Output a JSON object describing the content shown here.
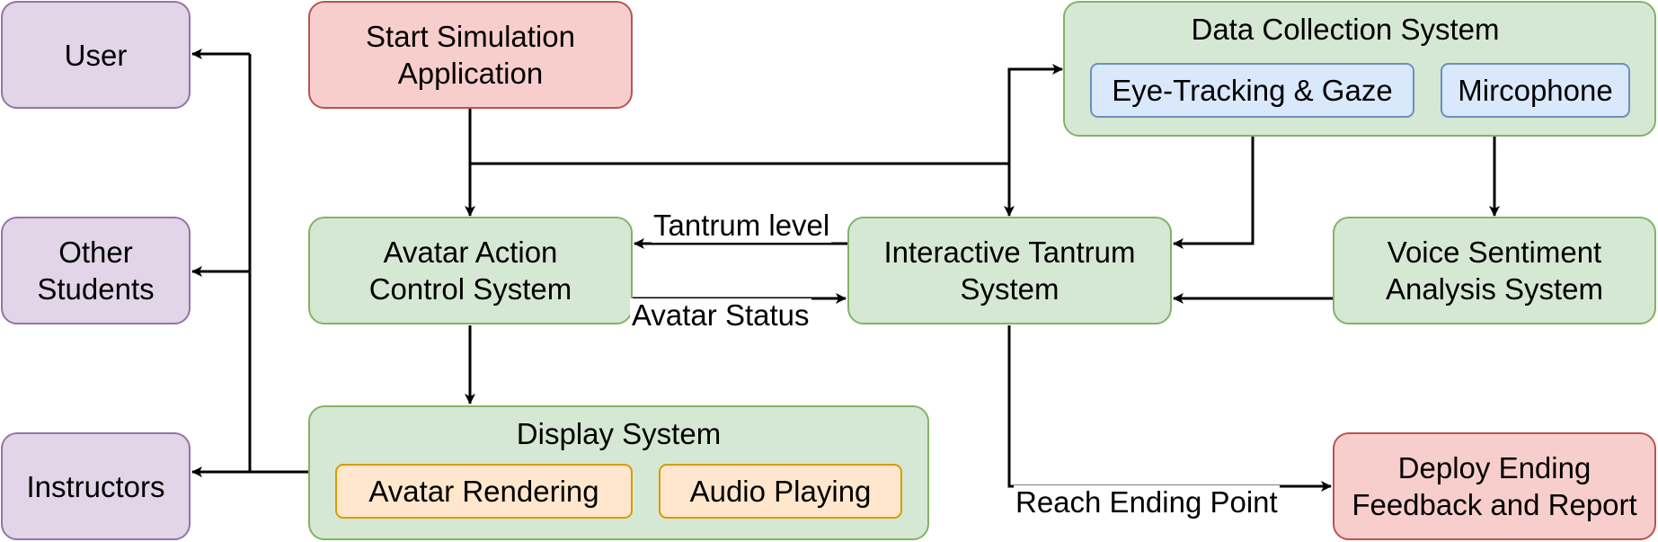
{
  "nodes": {
    "user": "User",
    "other_students": "Other\nStudents",
    "instructors": "Instructors",
    "start_simulation": "Start Simulation\nApplication",
    "data_collection": "Data Collection System",
    "eye_tracking": "Eye-Tracking & Gaze",
    "microphone": "Mircophone",
    "avatar_action": "Avatar Action\nControl System",
    "interactive_tantrum": "Interactive Tantrum\nSystem",
    "voice_sentiment": "Voice Sentiment\nAnalysis System",
    "display_system": "Display System",
    "avatar_rendering": "Avatar Rendering",
    "audio_playing": "Audio Playing",
    "deploy_ending": "Deploy Ending\nFeedback and Report"
  },
  "edges": {
    "tantrum_level": "Tantrum level",
    "avatar_status": "Avatar Status",
    "reach_ending": "Reach Ending Point"
  },
  "colors": {
    "purple_fill": "#e1d5e7",
    "purple_stroke": "#9673a6",
    "red_fill": "#f8cecc",
    "red_stroke": "#b85450",
    "green_fill": "#d5e8d4",
    "green_stroke": "#82b366",
    "blue_fill": "#dae8fc",
    "blue_stroke": "#6c8ebf",
    "orange_fill": "#ffe6cc",
    "orange_stroke": "#d79b00",
    "edge": "#000000"
  }
}
